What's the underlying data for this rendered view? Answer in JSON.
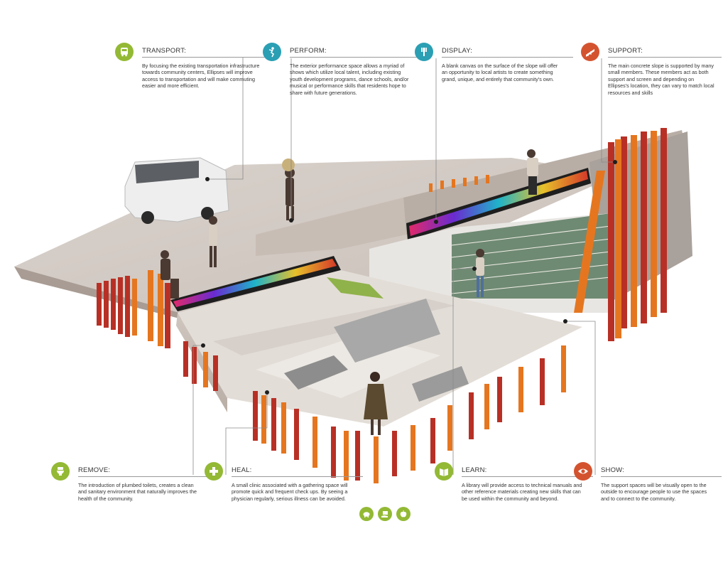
{
  "callouts": {
    "transport": {
      "icon": "bus-icon",
      "color": "#93b935",
      "title": "TRANSPORT:",
      "body": "By focusing the existing transportation infrastructure towards community centers, Ellipses will improve access to transportation and will make commuting easier and more efficient."
    },
    "perform": {
      "icon": "performer-icon",
      "color": "#2b9fb4",
      "title": "PERFORM:",
      "body": "The exterior performance space allows a myriad of shows which utilize local talent, including existing youth development programs, dance schools, and/or musical or performance skills that residents hope to share with future generations."
    },
    "display": {
      "icon": "paintbrush-icon",
      "color": "#2b9fb4",
      "title": "DISPLAY:",
      "body": "A blank canvas on the surface of the slope will offer an opportunity to local artists to create something grand, unique, and entirely that community's own."
    },
    "support": {
      "icon": "structure-icon",
      "color": "#d4532f",
      "title": "SUPPORT:",
      "body": "The main concrete slope is supported by many small members. These members act as both support and screen and depending on Ellipses's location, they can vary to match local resources and skills"
    },
    "remove": {
      "icon": "toilet-icon",
      "color": "#93b935",
      "title": "REMOVE:",
      "body": "The introduction of plumbed toilets, creates a clean and sanitary environment that naturally improves the health of the community."
    },
    "heal": {
      "icon": "medical-cross-icon",
      "color": "#93b935",
      "title": "HEAL:",
      "body": "A small clinic associated with a gathering space will promote quick and frequent check ups. By seeing a physician regularly, serious illness can be avoided."
    },
    "learn": {
      "icon": "book-icon",
      "color": "#93b935",
      "title": "LEARN:",
      "body": "A library will provide access to technical manuals and other reference materials creating new skills that can be used within the community and beyond."
    },
    "show": {
      "icon": "eye-icon",
      "color": "#d4532f",
      "title": "SHOW:",
      "body": "The support spaces will be visually open to the outside to encourage people to use the spaces and to connect to the community."
    }
  },
  "bottom_icons": [
    "piggy-bank-icon",
    "hand-money-icon",
    "apple-icon"
  ]
}
